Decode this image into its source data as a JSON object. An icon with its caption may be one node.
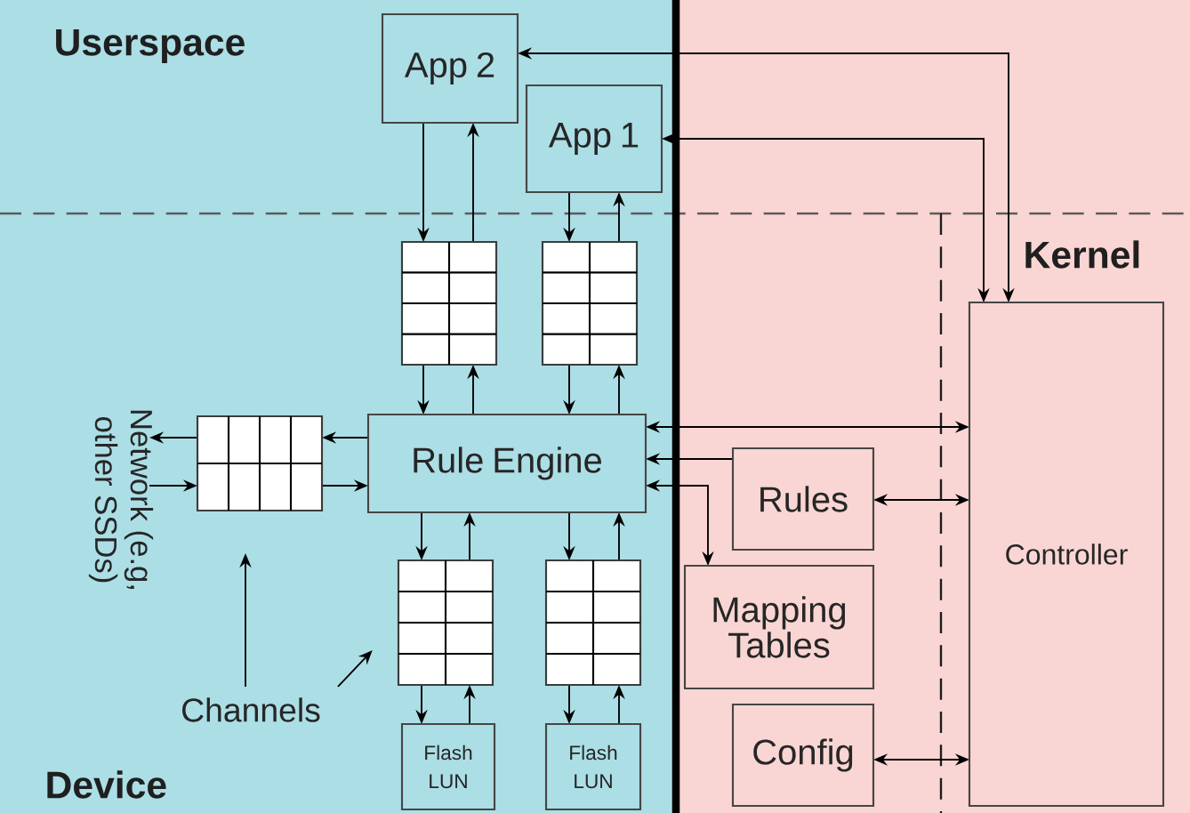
{
  "diagram": {
    "nodes": [
      {
        "text": [
          "App 2"
        ]
      },
      {
        "text": [
          "App 1"
        ]
      },
      {
        "text": [],
        "shape": "box"
      },
      {
        "text": [],
        "shape": "box"
      },
      {
        "text": [],
        "shape": "box"
      },
      {
        "text": [
          "Rule Engine"
        ]
      },
      {
        "text": [],
        "shape": "box"
      },
      {
        "text": [],
        "shape": "box"
      },
      {
        "text": [
          "Flash LUN"
        ]
      },
      {
        "text": [
          "Flash LUN"
        ]
      },
      {
        "text": [
          "Rules"
        ]
      },
      {
        "text": [
          "Mapping Tables"
        ]
      },
      {
        "text": [
          "Config"
        ]
      },
      {
        "text": [
          "Controller"
        ]
      },
      {
        "text": [
          "Network (e.g, other SSDs)"
        ]
      },
      {
        "text": [
          "Channels"
        ]
      }
    ],
    "edges": [
      {
        "from": 0,
        "to": 2,
        "arrow": "to"
      },
      {
        "from": 2,
        "to": 0,
        "arrow": "to"
      },
      {
        "from": 1,
        "to": 3,
        "arrow": "to"
      },
      {
        "from": 3,
        "to": 1,
        "arrow": "to"
      },
      {
        "from": 2,
        "to": 5,
        "arrow": "to"
      },
      {
        "from": 5,
        "to": 2,
        "arrow": "to"
      },
      {
        "from": 3,
        "to": 5,
        "arrow": "to"
      },
      {
        "from": 5,
        "to": 3,
        "arrow": "to"
      },
      {
        "from": 5,
        "to": 6,
        "arrow": "to"
      },
      {
        "from": 6,
        "to": 5,
        "arrow": "to"
      },
      {
        "from": 5,
        "to": 7,
        "arrow": "to"
      },
      {
        "from": 7,
        "to": 5,
        "arrow": "to"
      },
      {
        "from": 6,
        "to": 8,
        "arrow": "to"
      },
      {
        "from": 8,
        "to": 6,
        "arrow": "to"
      },
      {
        "from": 7,
        "to": 9,
        "arrow": "to"
      },
      {
        "from": 9,
        "to": 7,
        "arrow": "to"
      },
      {
        "from": 5,
        "to": 4,
        "arrow": "to"
      },
      {
        "from": 4,
        "to": 5,
        "arrow": "to"
      },
      {
        "from": 4,
        "to": 14,
        "arrow": "to"
      },
      {
        "from": 14,
        "to": 4,
        "arrow": "to"
      },
      {
        "from": 0,
        "to": 13,
        "arrow": "both"
      },
      {
        "from": 1,
        "to": 13,
        "arrow": "both"
      },
      {
        "from": 5,
        "to": 13,
        "arrow": "both"
      },
      {
        "from": 10,
        "to": 5,
        "arrow": "to"
      },
      {
        "from": 10,
        "to": 13,
        "arrow": "both"
      },
      {
        "from": 5,
        "to": 11,
        "arrow": "both"
      },
      {
        "from": 12,
        "to": 13,
        "arrow": "both"
      },
      {
        "from": 15,
        "to": 4,
        "arrow": "to"
      },
      {
        "from": 15,
        "to": 6,
        "arrow": "to"
      }
    ],
    "labels": [
      "Userspace",
      "Kernel",
      "Device"
    ]
  }
}
